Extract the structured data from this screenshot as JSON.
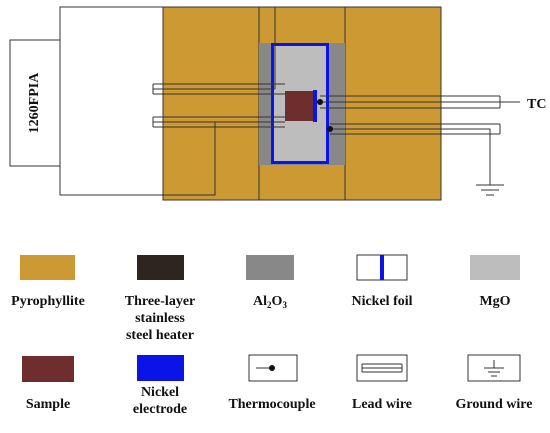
{
  "instrument": {
    "label": "1260FPIA"
  },
  "tc_label": "TC",
  "legend": [
    {
      "key": "pyrophyllite",
      "lines": [
        "Pyrophyllite"
      ]
    },
    {
      "key": "heater",
      "lines": [
        "Three-layer",
        "stainless",
        "steel heater"
      ]
    },
    {
      "key": "alumina",
      "lines": [
        "Al2O3"
      ],
      "formula": {
        "base": "Al",
        "sub1": "2",
        "mid": "O",
        "sub2": "3"
      }
    },
    {
      "key": "nickel-foil",
      "lines": [
        "Nickel foil"
      ]
    },
    {
      "key": "mgo",
      "lines": [
        "MgO"
      ]
    },
    {
      "key": "sample",
      "lines": [
        "Sample"
      ]
    },
    {
      "key": "nickel-electrode",
      "lines": [
        "Nickel",
        "electrode"
      ]
    },
    {
      "key": "thermocouple",
      "lines": [
        "Thermocouple"
      ]
    },
    {
      "key": "lead-wire",
      "lines": [
        "Lead wire"
      ]
    },
    {
      "key": "ground-wire",
      "lines": [
        "Ground wire"
      ]
    }
  ],
  "colors": {
    "pyrophyllite": "#CC9933",
    "heater": "#2E2420",
    "alumina": "#888888",
    "mgo": "#BDBDBD",
    "sample": "#6E2E2E",
    "nickel": "#0A14E6",
    "line": "#333333"
  }
}
